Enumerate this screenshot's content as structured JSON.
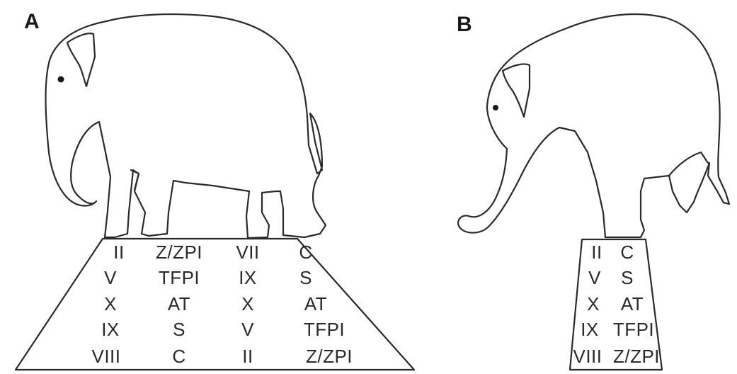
{
  "panel_a": {
    "label": "A",
    "pedestal": {
      "rows": [
        [
          "II",
          "Z/ZPI",
          "VII",
          "C"
        ],
        [
          "V",
          "TFPI",
          "IX",
          "S"
        ],
        [
          "X",
          "AT",
          "X",
          "AT"
        ],
        [
          "IX",
          "S",
          "V",
          "TFPI"
        ],
        [
          "VIII",
          "C",
          "II",
          "Z/ZPI"
        ]
      ]
    }
  },
  "panel_b": {
    "label": "B",
    "pedestal": {
      "rows": [
        [
          "II",
          "C"
        ],
        [
          "V",
          "S"
        ],
        [
          "X",
          "AT"
        ],
        [
          "IX",
          "TFPI"
        ],
        [
          "VIII",
          "Z/ZPI"
        ]
      ]
    }
  }
}
